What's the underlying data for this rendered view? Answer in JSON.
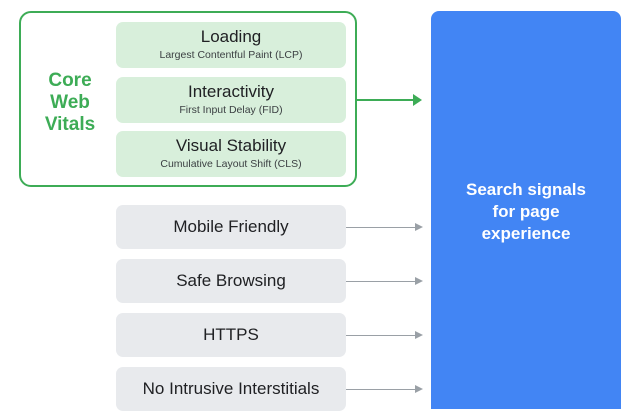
{
  "colors": {
    "green": "#3dac56",
    "blue": "#4285f4"
  },
  "core_web_vitals": {
    "title": "Core\nWeb\nVitals",
    "metrics": [
      {
        "title": "Loading",
        "subtitle": "Largest Contentful Paint (LCP)"
      },
      {
        "title": "Interactivity",
        "subtitle": "First Input Delay (FID)"
      },
      {
        "title": "Visual Stability",
        "subtitle": "Cumulative Layout Shift (CLS)"
      }
    ]
  },
  "other_signals": [
    {
      "label": "Mobile Friendly"
    },
    {
      "label": "Safe Browsing"
    },
    {
      "label": "HTTPS"
    },
    {
      "label": "No Intrusive Interstitials"
    }
  ],
  "target": {
    "label": "Search signals\nfor page\nexperience"
  }
}
